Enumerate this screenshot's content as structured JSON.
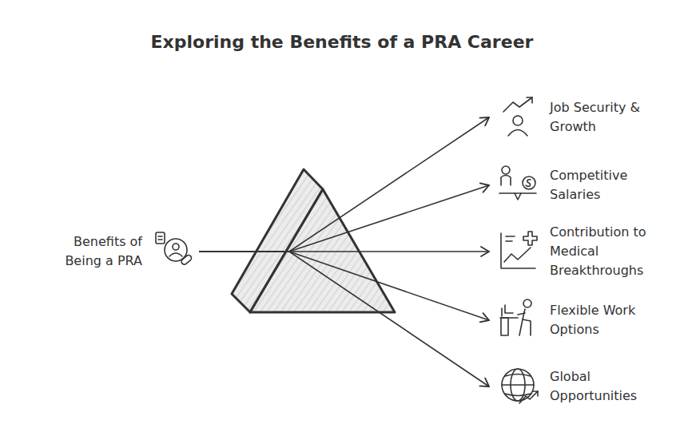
{
  "diagram": {
    "title": "Exploring the Benefits of a PRA Career",
    "nodes": [
      {
        "text": [
          "Benefits of Being a PRA"
        ]
      },
      {
        "text": [
          "Job Security & Growth"
        ]
      },
      {
        "text": [
          "Competitive Salaries"
        ]
      },
      {
        "text": [
          "Contribution to Medical Breakthroughs"
        ]
      },
      {
        "text": [
          "Flexible Work Options"
        ]
      },
      {
        "text": [
          "Global Opportunities"
        ]
      }
    ],
    "edges": [
      {
        "from": 0,
        "to": 1,
        "arrow": "to"
      },
      {
        "from": 0,
        "to": 2,
        "arrow": "to"
      },
      {
        "from": 0,
        "to": 3,
        "arrow": "to"
      },
      {
        "from": 0,
        "to": 4,
        "arrow": "to"
      },
      {
        "from": 0,
        "to": 5,
        "arrow": "to"
      }
    ]
  }
}
